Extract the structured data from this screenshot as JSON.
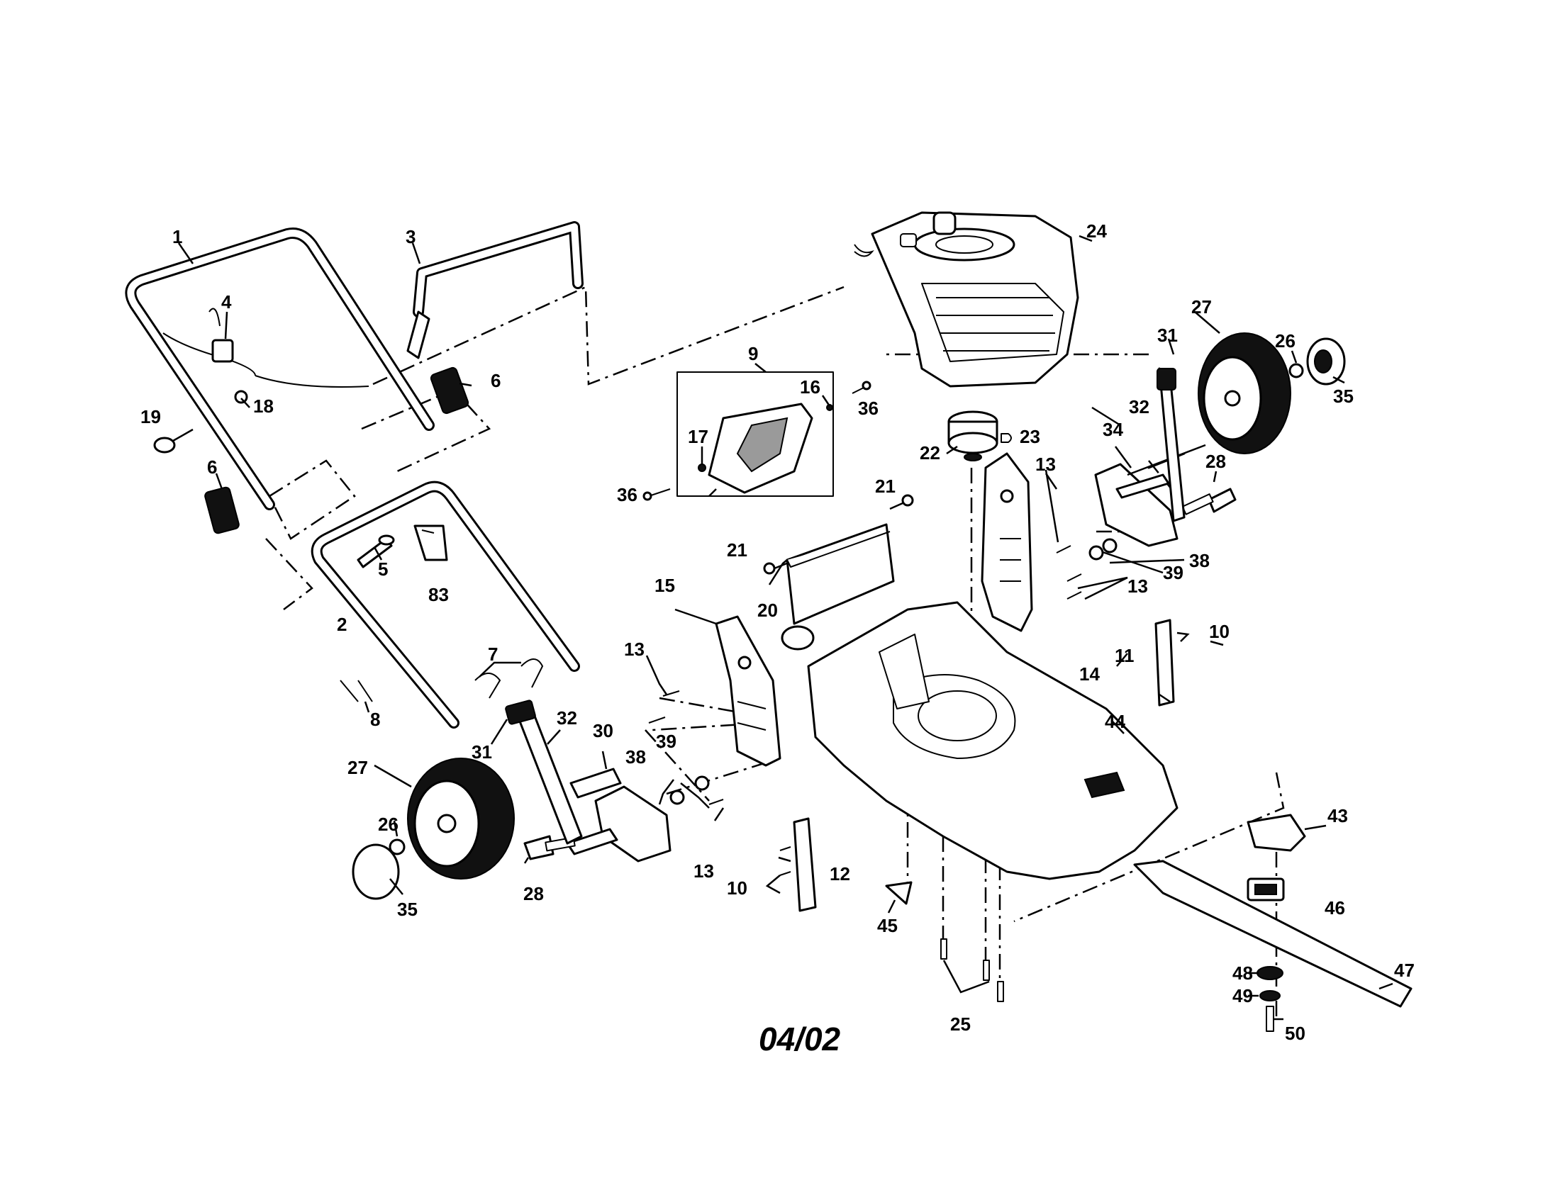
{
  "diagram": {
    "date_code": "04/02",
    "callouts": {
      "c1": "1",
      "c2": "2",
      "c3": "3",
      "c4": "4",
      "c5": "5",
      "c6a": "6",
      "c6b": "6",
      "c7": "7",
      "c8": "8",
      "c9": "9",
      "c10a": "10",
      "c10b": "10",
      "c11": "11",
      "c12": "12",
      "c13a": "13",
      "c13b": "13",
      "c13c": "13",
      "c13d": "13",
      "c14": "14",
      "c15": "15",
      "c16": "16",
      "c17": "17",
      "c18": "18",
      "c19": "19",
      "c20": "20",
      "c21a": "21",
      "c21b": "21",
      "c22": "22",
      "c23": "23",
      "c24": "24",
      "c25": "25",
      "c26a": "26",
      "c26b": "26",
      "c27a": "27",
      "c27b": "27",
      "c28a": "28",
      "c28b": "28",
      "c30": "30",
      "c31a": "31",
      "c31b": "31",
      "c32a": "32",
      "c32b": "32",
      "c34": "34",
      "c35a": "35",
      "c35b": "35",
      "c36a": "36",
      "c36b": "36",
      "c38a": "38",
      "c38b": "38",
      "c39a": "39",
      "c39b": "39",
      "c43": "43",
      "c44": "44",
      "c45": "45",
      "c46": "46",
      "c47": "47",
      "c48": "48",
      "c49": "49",
      "c50": "50",
      "c83": "83"
    }
  }
}
